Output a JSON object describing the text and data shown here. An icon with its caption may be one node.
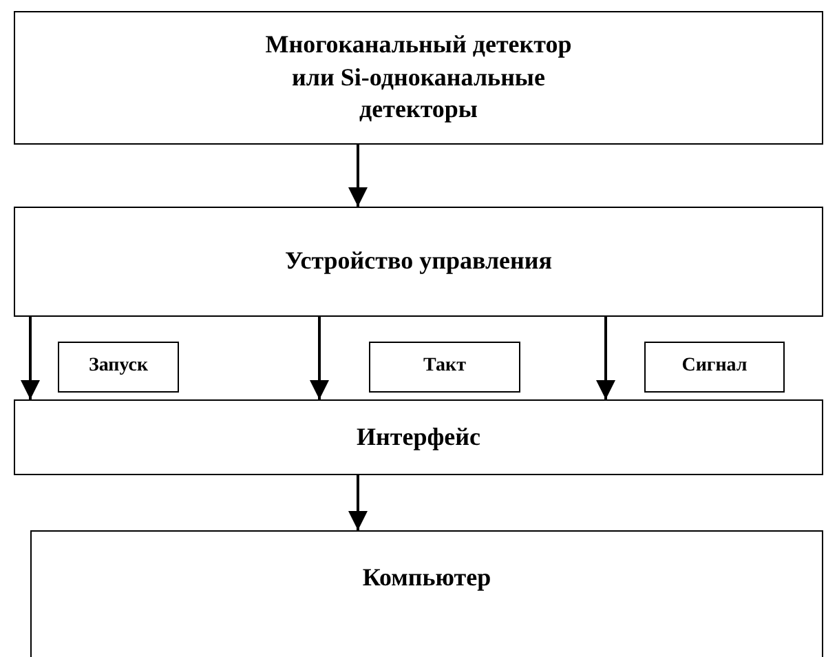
{
  "diagram": {
    "nodes": [
      {
        "text": [
          "Многоканальный детектор или Si-одноканальные детекторы"
        ]
      },
      {
        "text": [
          "Устройство управления"
        ]
      },
      {
        "text": [
          "Запуск"
        ]
      },
      {
        "text": [
          "Такт"
        ]
      },
      {
        "text": [
          "Сигнал"
        ]
      },
      {
        "text": [
          "Интерфейс"
        ]
      },
      {
        "text": [
          "Компьютер"
        ]
      }
    ],
    "edges": [
      {
        "from": 0,
        "to": 1,
        "arrow": "to"
      },
      {
        "from": 1,
        "to": 5,
        "arrow": "to"
      },
      {
        "from": 1,
        "to": 5,
        "arrow": "to"
      },
      {
        "from": 1,
        "to": 5,
        "arrow": "to"
      },
      {
        "from": 5,
        "to": 6,
        "arrow": "to"
      }
    ]
  }
}
